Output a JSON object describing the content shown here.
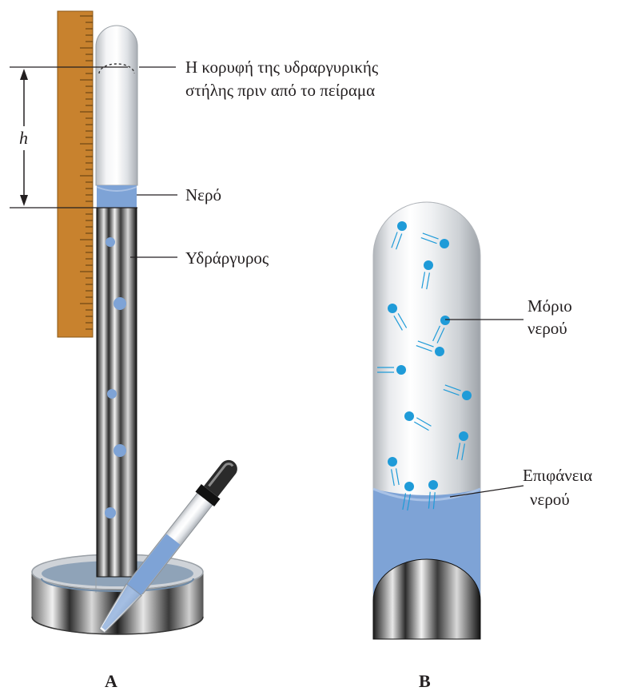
{
  "labels": {
    "top_line1": "Η κορυφή της υδραργυρικής",
    "top_line2": "στήλης πριν από το πείραμα",
    "water": "Νερό",
    "mercury": "Υδράργυρος",
    "height": "h",
    "molecule_line1": "Μόριο",
    "molecule_line2": "νερού",
    "surface_line1": "Επιφάνεια",
    "surface_line2": "νερού"
  },
  "captions": {
    "a": "A",
    "b": "B"
  },
  "colors": {
    "ruler": "#c8822e",
    "water": "#7ea3d6",
    "molecule": "#1f9bd8",
    "mercury_dark": "#1a1a1a",
    "glass": "#e9ecef"
  }
}
